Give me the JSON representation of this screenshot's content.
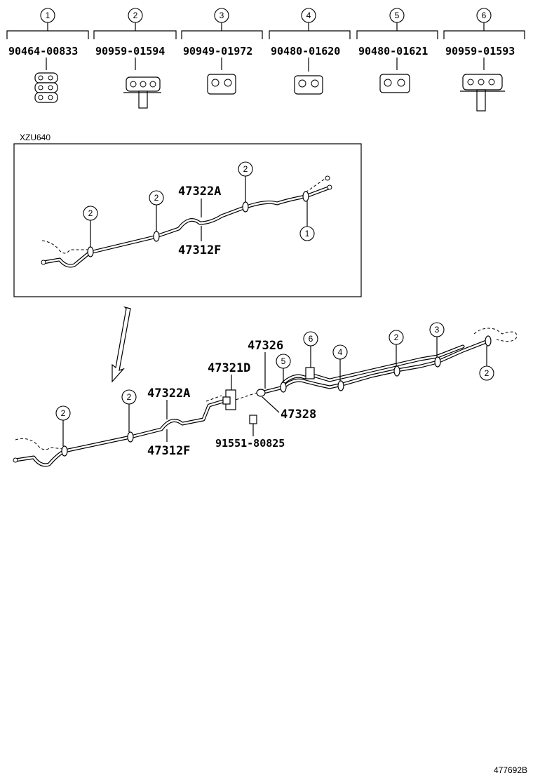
{
  "header_parts": [
    {
      "ref": "1",
      "part": "90464-00833"
    },
    {
      "ref": "2",
      "part": "90959-01594"
    },
    {
      "ref": "3",
      "part": "90949-01972"
    },
    {
      "ref": "4",
      "part": "90480-01620"
    },
    {
      "ref": "5",
      "part": "90480-01621"
    },
    {
      "ref": "6",
      "part": "90959-01593"
    }
  ],
  "inset": {
    "model_label": "XZU640",
    "part_upper": "47322A",
    "part_lower": "47312F",
    "callouts": [
      "2",
      "2",
      "2",
      "1"
    ]
  },
  "main": {
    "part_47322a": "47322A",
    "part_47312f": "47312F",
    "part_47321d": "47321D",
    "part_47326": "47326",
    "part_47328": "47328",
    "part_bolt": "91551-80825",
    "callouts": [
      "2",
      "2",
      "5",
      "6",
      "4",
      "2",
      "3",
      "2"
    ]
  },
  "diagram_id": "477692B"
}
